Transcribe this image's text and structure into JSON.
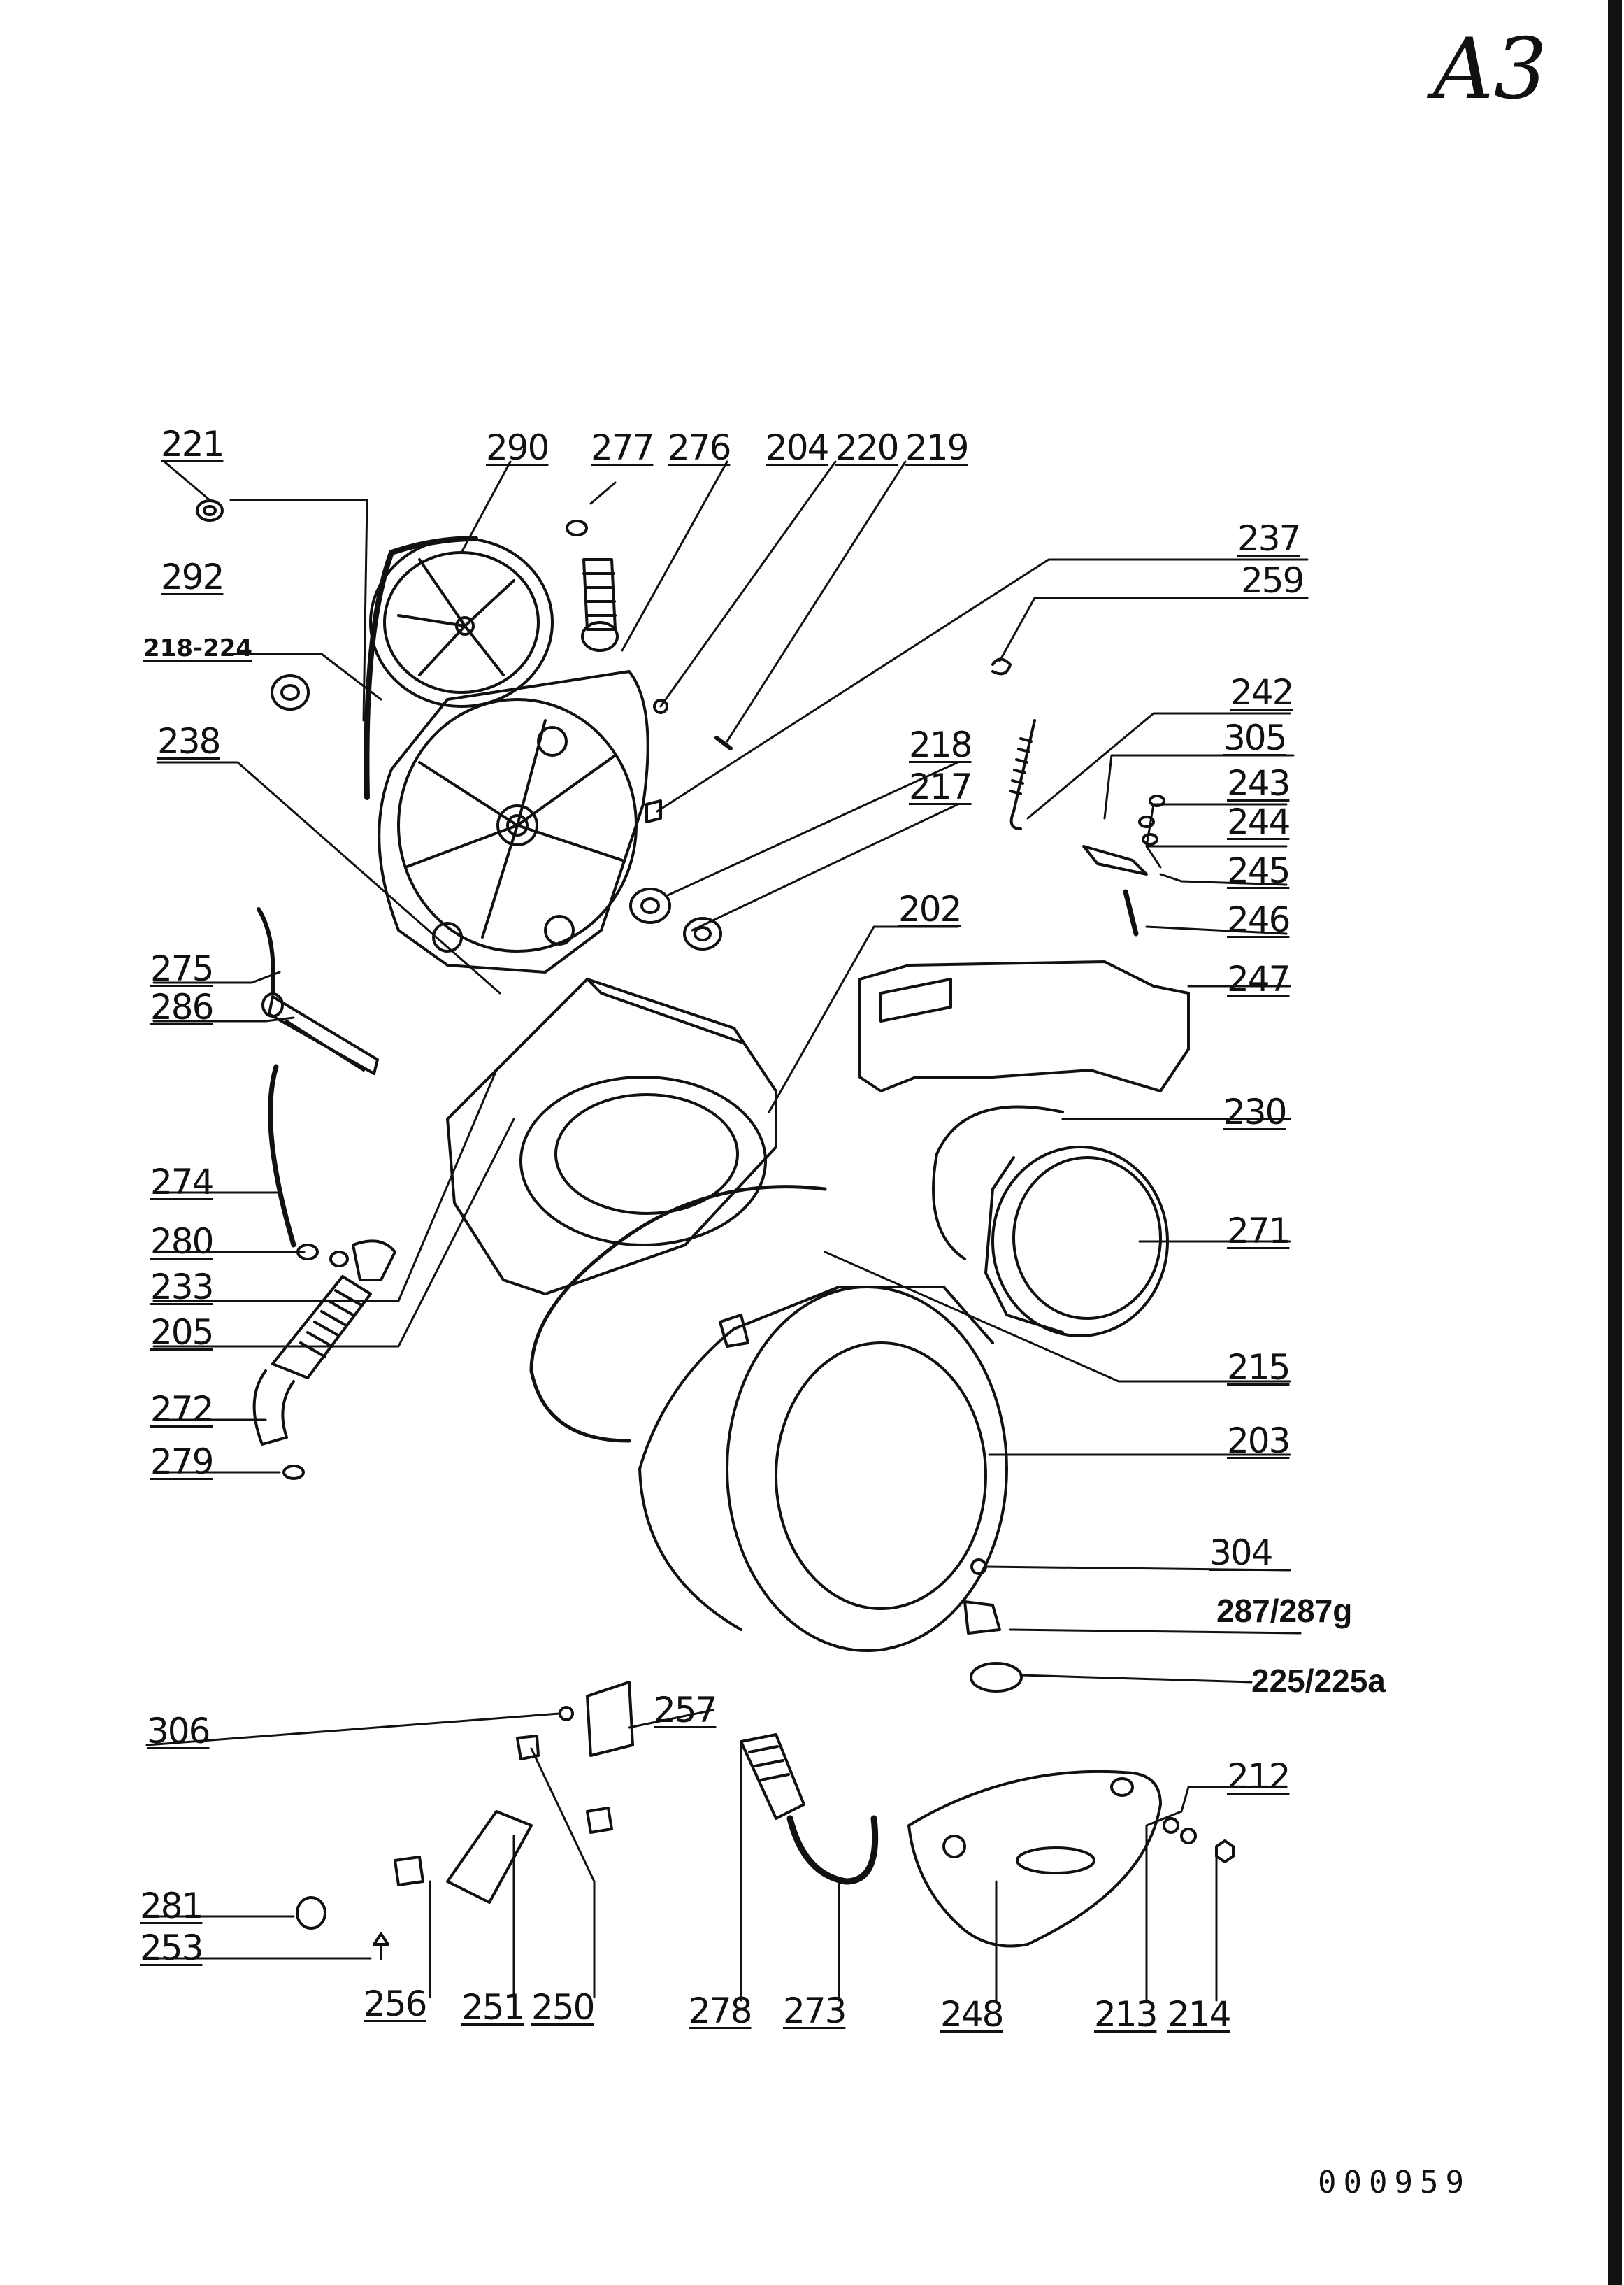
{
  "sheet": {
    "corner_label": "A3",
    "drawing_number": "000959"
  },
  "labels": [
    {
      "id": "221",
      "text": "221"
    },
    {
      "id": "290",
      "text": "290"
    },
    {
      "id": "277",
      "text": "277"
    },
    {
      "id": "276",
      "text": "276"
    },
    {
      "id": "204",
      "text": "204"
    },
    {
      "id": "220",
      "text": "220"
    },
    {
      "id": "219",
      "text": "219"
    },
    {
      "id": "237",
      "text": "237"
    },
    {
      "id": "259",
      "text": "259"
    },
    {
      "id": "292",
      "text": "292"
    },
    {
      "id": "218-224",
      "text": "218-224"
    },
    {
      "id": "242",
      "text": "242"
    },
    {
      "id": "305",
      "text": "305"
    },
    {
      "id": "238",
      "text": "238"
    },
    {
      "id": "218",
      "text": "218"
    },
    {
      "id": "217",
      "text": "217"
    },
    {
      "id": "243",
      "text": "243"
    },
    {
      "id": "244",
      "text": "244"
    },
    {
      "id": "245",
      "text": "245"
    },
    {
      "id": "246",
      "text": "246"
    },
    {
      "id": "202",
      "text": "202"
    },
    {
      "id": "275",
      "text": "275"
    },
    {
      "id": "247",
      "text": "247"
    },
    {
      "id": "286",
      "text": "286"
    },
    {
      "id": "230",
      "text": "230"
    },
    {
      "id": "274",
      "text": "274"
    },
    {
      "id": "271",
      "text": "271"
    },
    {
      "id": "280",
      "text": "280"
    },
    {
      "id": "233",
      "text": "233"
    },
    {
      "id": "205",
      "text": "205"
    },
    {
      "id": "215",
      "text": "215"
    },
    {
      "id": "272",
      "text": "272"
    },
    {
      "id": "203",
      "text": "203"
    },
    {
      "id": "279",
      "text": "279"
    },
    {
      "id": "304",
      "text": "304"
    },
    {
      "id": "287",
      "text": "287/287g"
    },
    {
      "id": "225",
      "text": "225/225a"
    },
    {
      "id": "306",
      "text": "306"
    },
    {
      "id": "257",
      "text": "257"
    },
    {
      "id": "212",
      "text": "212"
    },
    {
      "id": "281",
      "text": "281"
    },
    {
      "id": "253",
      "text": "253"
    },
    {
      "id": "256",
      "text": "256"
    },
    {
      "id": "251",
      "text": "251"
    },
    {
      "id": "250",
      "text": "250"
    },
    {
      "id": "278",
      "text": "278"
    },
    {
      "id": "273",
      "text": "273"
    },
    {
      "id": "248",
      "text": "248"
    },
    {
      "id": "213",
      "text": "213"
    },
    {
      "id": "214",
      "text": "214"
    }
  ],
  "colors": {
    "ink": "#111111",
    "paper": "#ffffff"
  }
}
